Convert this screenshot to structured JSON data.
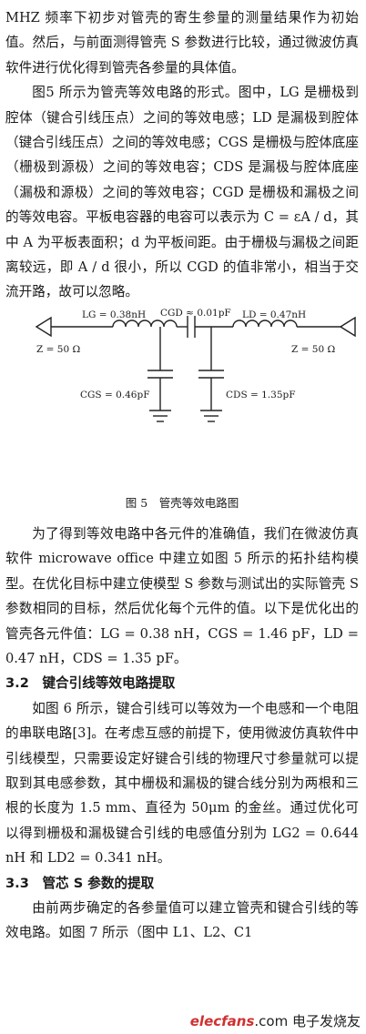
{
  "body": {
    "p1": "MHZ 频率下初步对管壳的寄生参量的测量结果作为初始值。然后，与前面测得管壳 S 参数进行比较，通过微波仿真软件进行优化得到管壳各参量的具体值。",
    "p2": "图5 所示为管壳等效电路的形式。图中，LG 是栅极到腔体（键合引线压点）之间的等效电感；LD 是漏极到腔体（键合引线压点）之间的等效电感；CGS 是栅极与腔体底座（栅极到源极）之间的等效电容；CDS 是漏极与腔体底座（漏极和源极）之间的等效电容；CGD 是栅极和漏极之间的等效电容。平板电容器的电容可以表示为 C = εA / d，其中 A 为平板表面积；d 为平板间距。由于栅极与漏极之间距离较远，即 A / d 很小，所以 CGD 的值非常小，相当于交流开路，故可以忽略。",
    "p3": "为了得到等效电路中各元件的准确值，我们在微波仿真软件 microwave office 中建立如图 5 所示的拓扑结构模型。在优化目标中建立使模型 S 参数与测试出的实际管壳 S 参数相同的目标，然后优化每个元件的值。以下是优化出的管壳各元件值：LG = 0.38 nH，CGS = 1.46 pF，LD = 0.47 nH，CDS = 1.35 pF。",
    "h1": "3.2　键合引线等效电路提取",
    "p4": "如图 6 所示，键合引线可以等效为一个电感和一个电阻的串联电路[3]。在考虑互感的前提下，使用微波仿真软件中引线模型，只需要设定好键合引线的物理尺寸参量就可以提取到其电感参数，其中栅极和漏极的键合线分别为两根和三根的长度为 1.5 mm、直径为 50μm 的金丝。通过优化可以得到栅极和漏极键合引线的电感值分别为 LG2 = 0.644 nH 和 LD2 = 0.341 nH。",
    "h2": "3.3　管芯 S 参数的提取",
    "p5": "由前两步确定的各参量值可以建立管壳和键合引线的等效电路。如图 7 所示（图中 L1、L2、C1"
  },
  "figure": {
    "caption": "图 5　管壳等效电路图",
    "lg": "LG = 0.38nH",
    "cgd": "CGD ≈ 0.01pF",
    "ld": "LD = 0.47nH",
    "zl": "Z = 50 Ω",
    "zr": "Z = 50 Ω",
    "cgs": "CGS = 0.46pF",
    "cds": "CDS = 1.35pF"
  },
  "watermark": {
    "brand": "elecfans",
    "suffix": ".com",
    "cn": "电子发烧友"
  }
}
